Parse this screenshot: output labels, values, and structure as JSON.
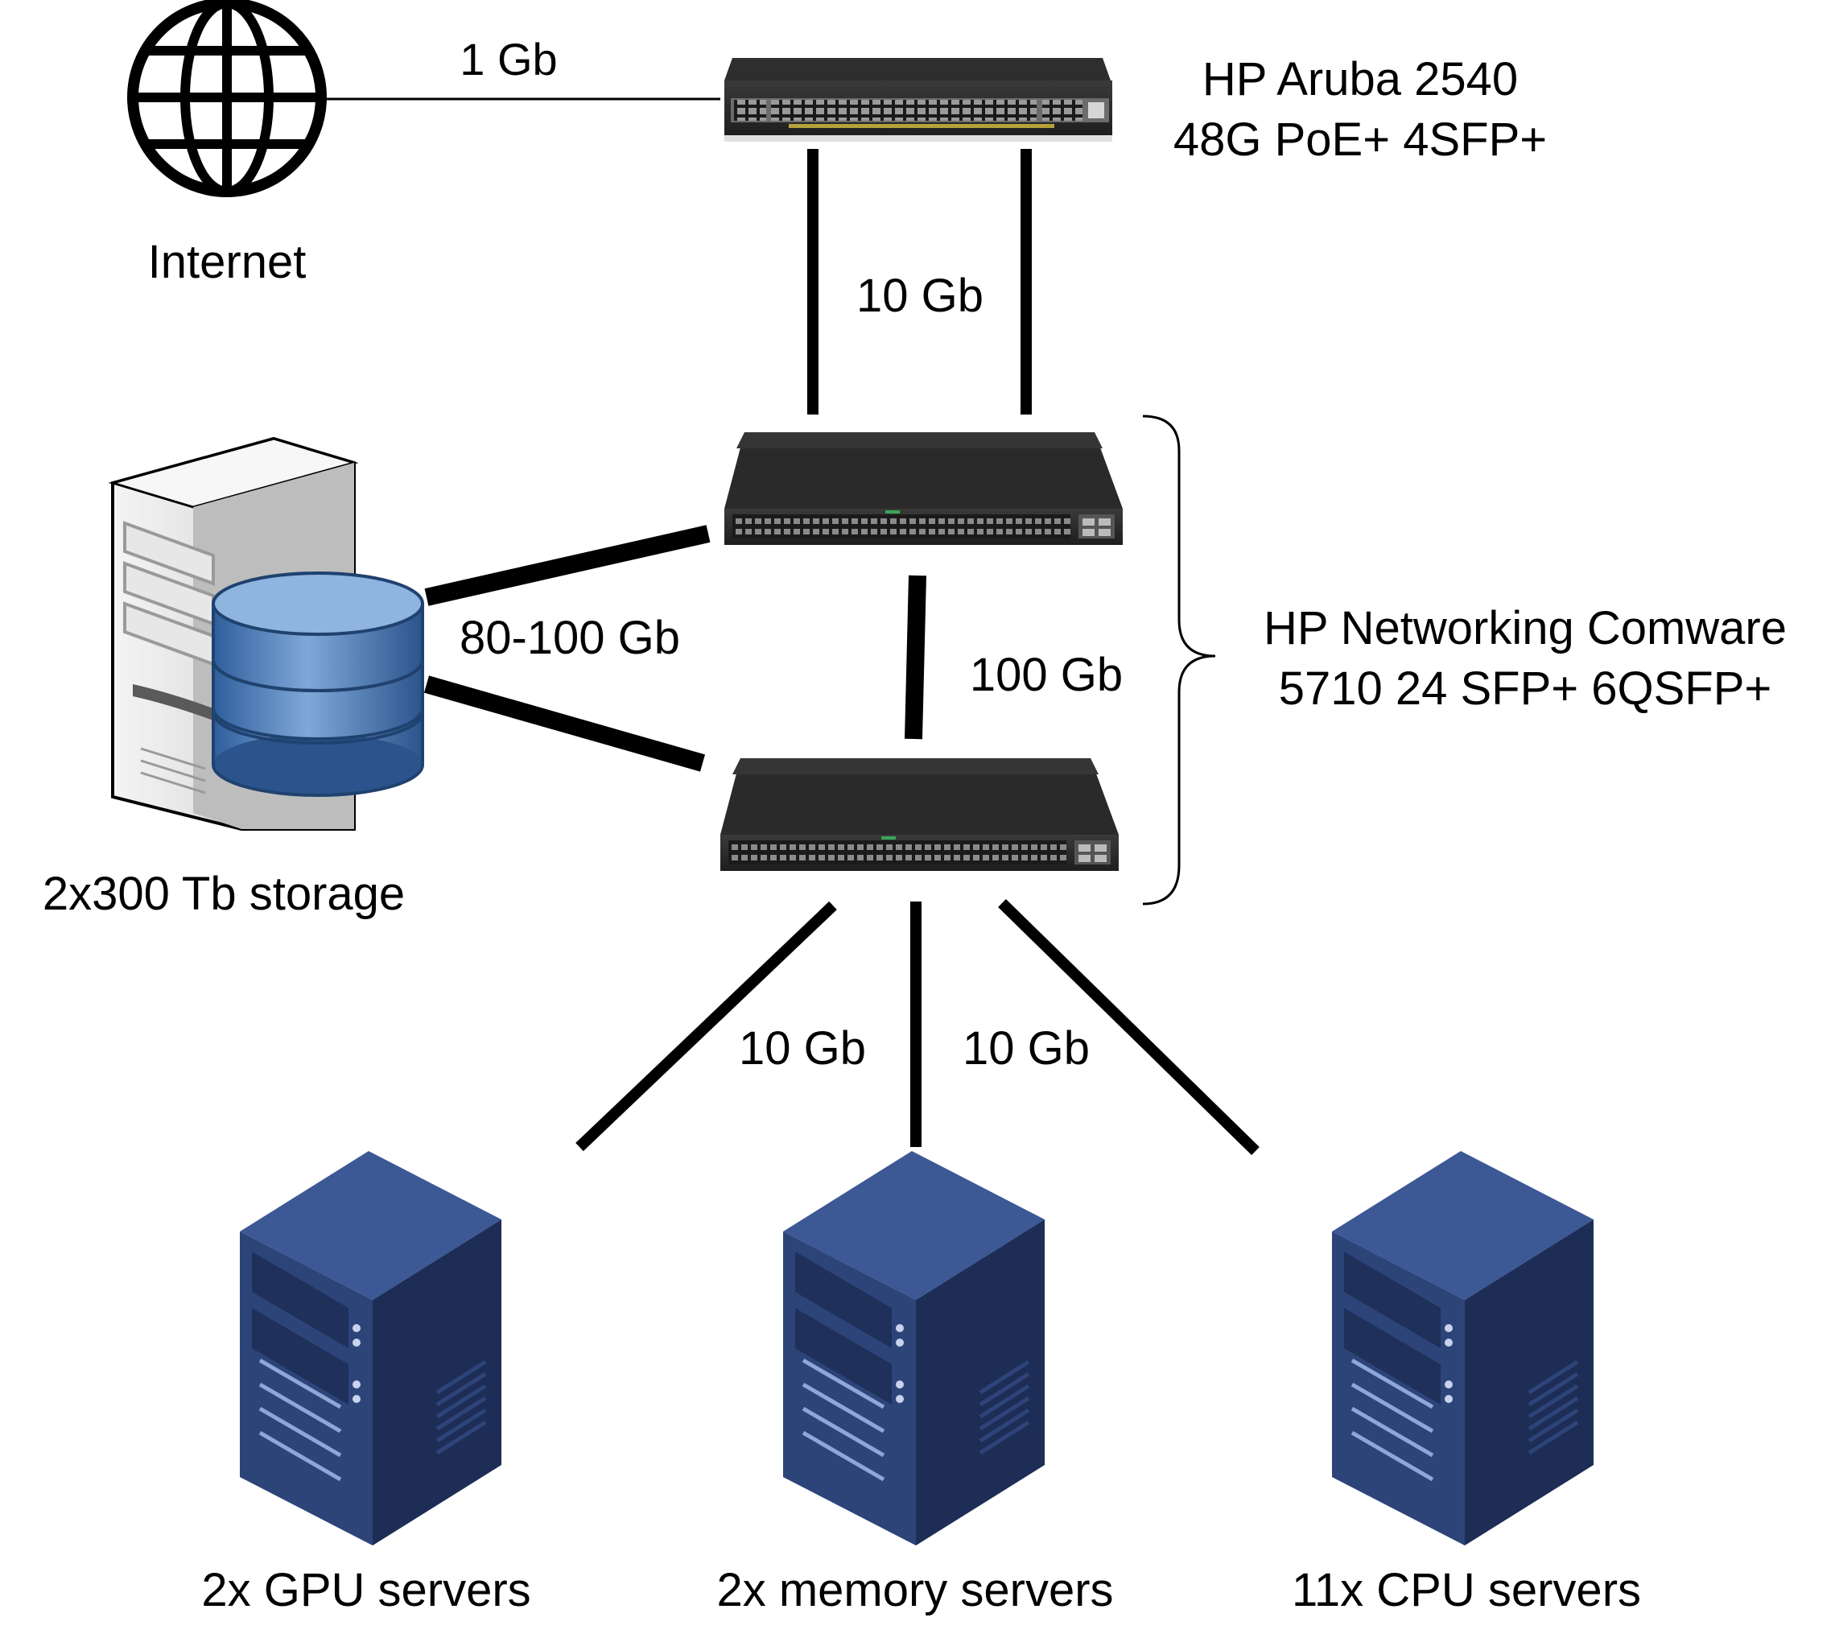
{
  "labels": {
    "internet": "Internet",
    "link_internet": "1 Gb",
    "aruba_line1": "HP Aruba 2540",
    "aruba_line2": "48G PoE+ 4SFP+",
    "link_aruba_comware": "10 Gb",
    "comware_line1": "HP Networking Comware",
    "comware_line2": "5710 24 SFP+ 6QSFP+",
    "link_comware_inter": "100 Gb",
    "link_storage": "80-100 Gb",
    "storage": "2x300 Tb storage",
    "link_servers_left": "10 Gb",
    "link_servers_right": "10 Gb",
    "gpu_servers": "2x GPU servers",
    "memory_servers": "2x memory servers",
    "cpu_servers": "11x CPU servers"
  },
  "icons": {
    "internet": "globe-icon",
    "aruba": "network-switch-icon",
    "comware": "network-switch-icon",
    "storage": "database-server-icon",
    "servers": "server-tower-icon"
  },
  "colors": {
    "line": "#000000",
    "switch_body": "#2b2b2b",
    "switch_ports": "#a9a9a9",
    "server_front": "#2d4479",
    "server_side": "#1d2d55",
    "server_top": "#3c5895",
    "db_blue": "#4f7fbf"
  }
}
